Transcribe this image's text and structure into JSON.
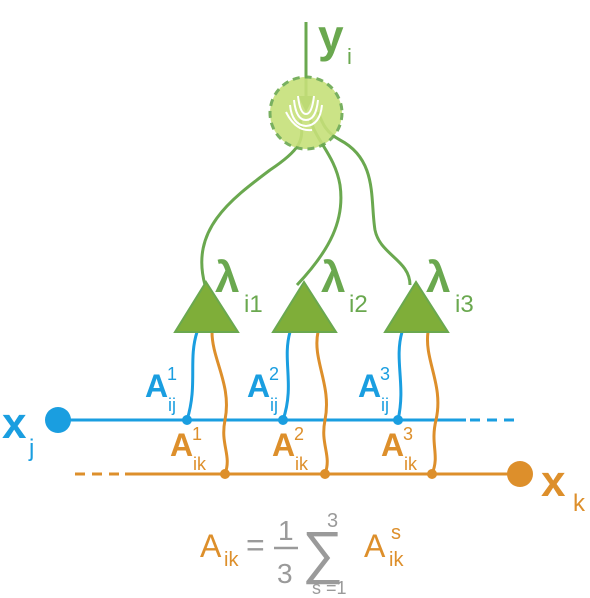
{
  "colors": {
    "green": "#6aa84f",
    "blue": "#1a9ee0",
    "orange": "#dd8f2b",
    "gray": "#9a9a9a",
    "soma_fill": "#c6e07a"
  },
  "labels": {
    "output": {
      "main": "y",
      "sub": "i"
    },
    "node_j": {
      "main": "x",
      "sub": "j"
    },
    "node_k": {
      "main": "x",
      "sub": "k"
    },
    "neurons": [
      {
        "main": "λ",
        "sub": "i1"
      },
      {
        "main": "λ",
        "sub": "i2"
      },
      {
        "main": "λ",
        "sub": "i3"
      }
    ],
    "weights_ij": [
      {
        "main": "A",
        "sub": "ij",
        "sup": "1"
      },
      {
        "main": "A",
        "sub": "ij",
        "sup": "2"
      },
      {
        "main": "A",
        "sub": "ij",
        "sup": "3"
      }
    ],
    "weights_ik": [
      {
        "main": "A",
        "sub": "ik",
        "sup": "1"
      },
      {
        "main": "A",
        "sub": "ik",
        "sup": "2"
      },
      {
        "main": "A",
        "sub": "ik",
        "sup": "3"
      }
    ]
  },
  "formula": {
    "lhs_main": "A",
    "lhs_sub": "ik",
    "equals": "=",
    "frac_num": "1",
    "frac_den": "3",
    "sigma": "∑",
    "sum_upper": "3",
    "sum_lower": "s =1",
    "rhs_main": "A",
    "rhs_sub": "ik",
    "rhs_sup": "s"
  }
}
